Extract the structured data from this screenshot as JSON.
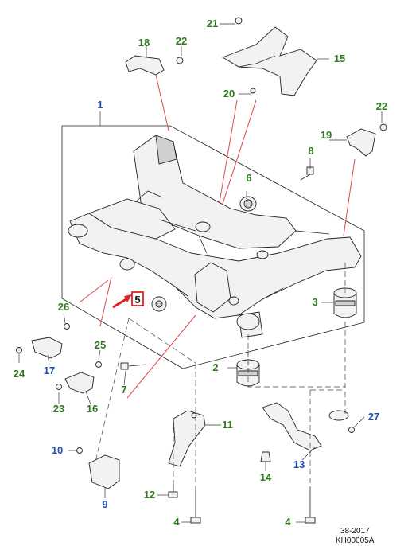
{
  "callouts": {
    "c1": "1",
    "c2": "2",
    "c3": "3",
    "c4a": "4",
    "c4b": "4",
    "c5": "5",
    "c6": "6",
    "c7": "7",
    "c8": "8",
    "c9": "9",
    "c10": "10",
    "c11": "11",
    "c12": "12",
    "c13": "13",
    "c14": "14",
    "c15": "15",
    "c16": "16",
    "c17": "17",
    "c18": "18",
    "c19": "19",
    "c20": "20",
    "c21": "21",
    "c22a": "22",
    "c22b": "22",
    "c23": "23",
    "c24": "24",
    "c25": "25",
    "c26": "26",
    "c27": "27"
  },
  "footer": {
    "date_code": "38-2017",
    "figure_id": "KH00005A"
  },
  "colors": {
    "green_callout": "#2f7a1f",
    "blue_callout": "#1f4fb4",
    "highlight_box": "#e02020",
    "highlight_arrow": "#e02020",
    "leader_red": "#e04848"
  }
}
